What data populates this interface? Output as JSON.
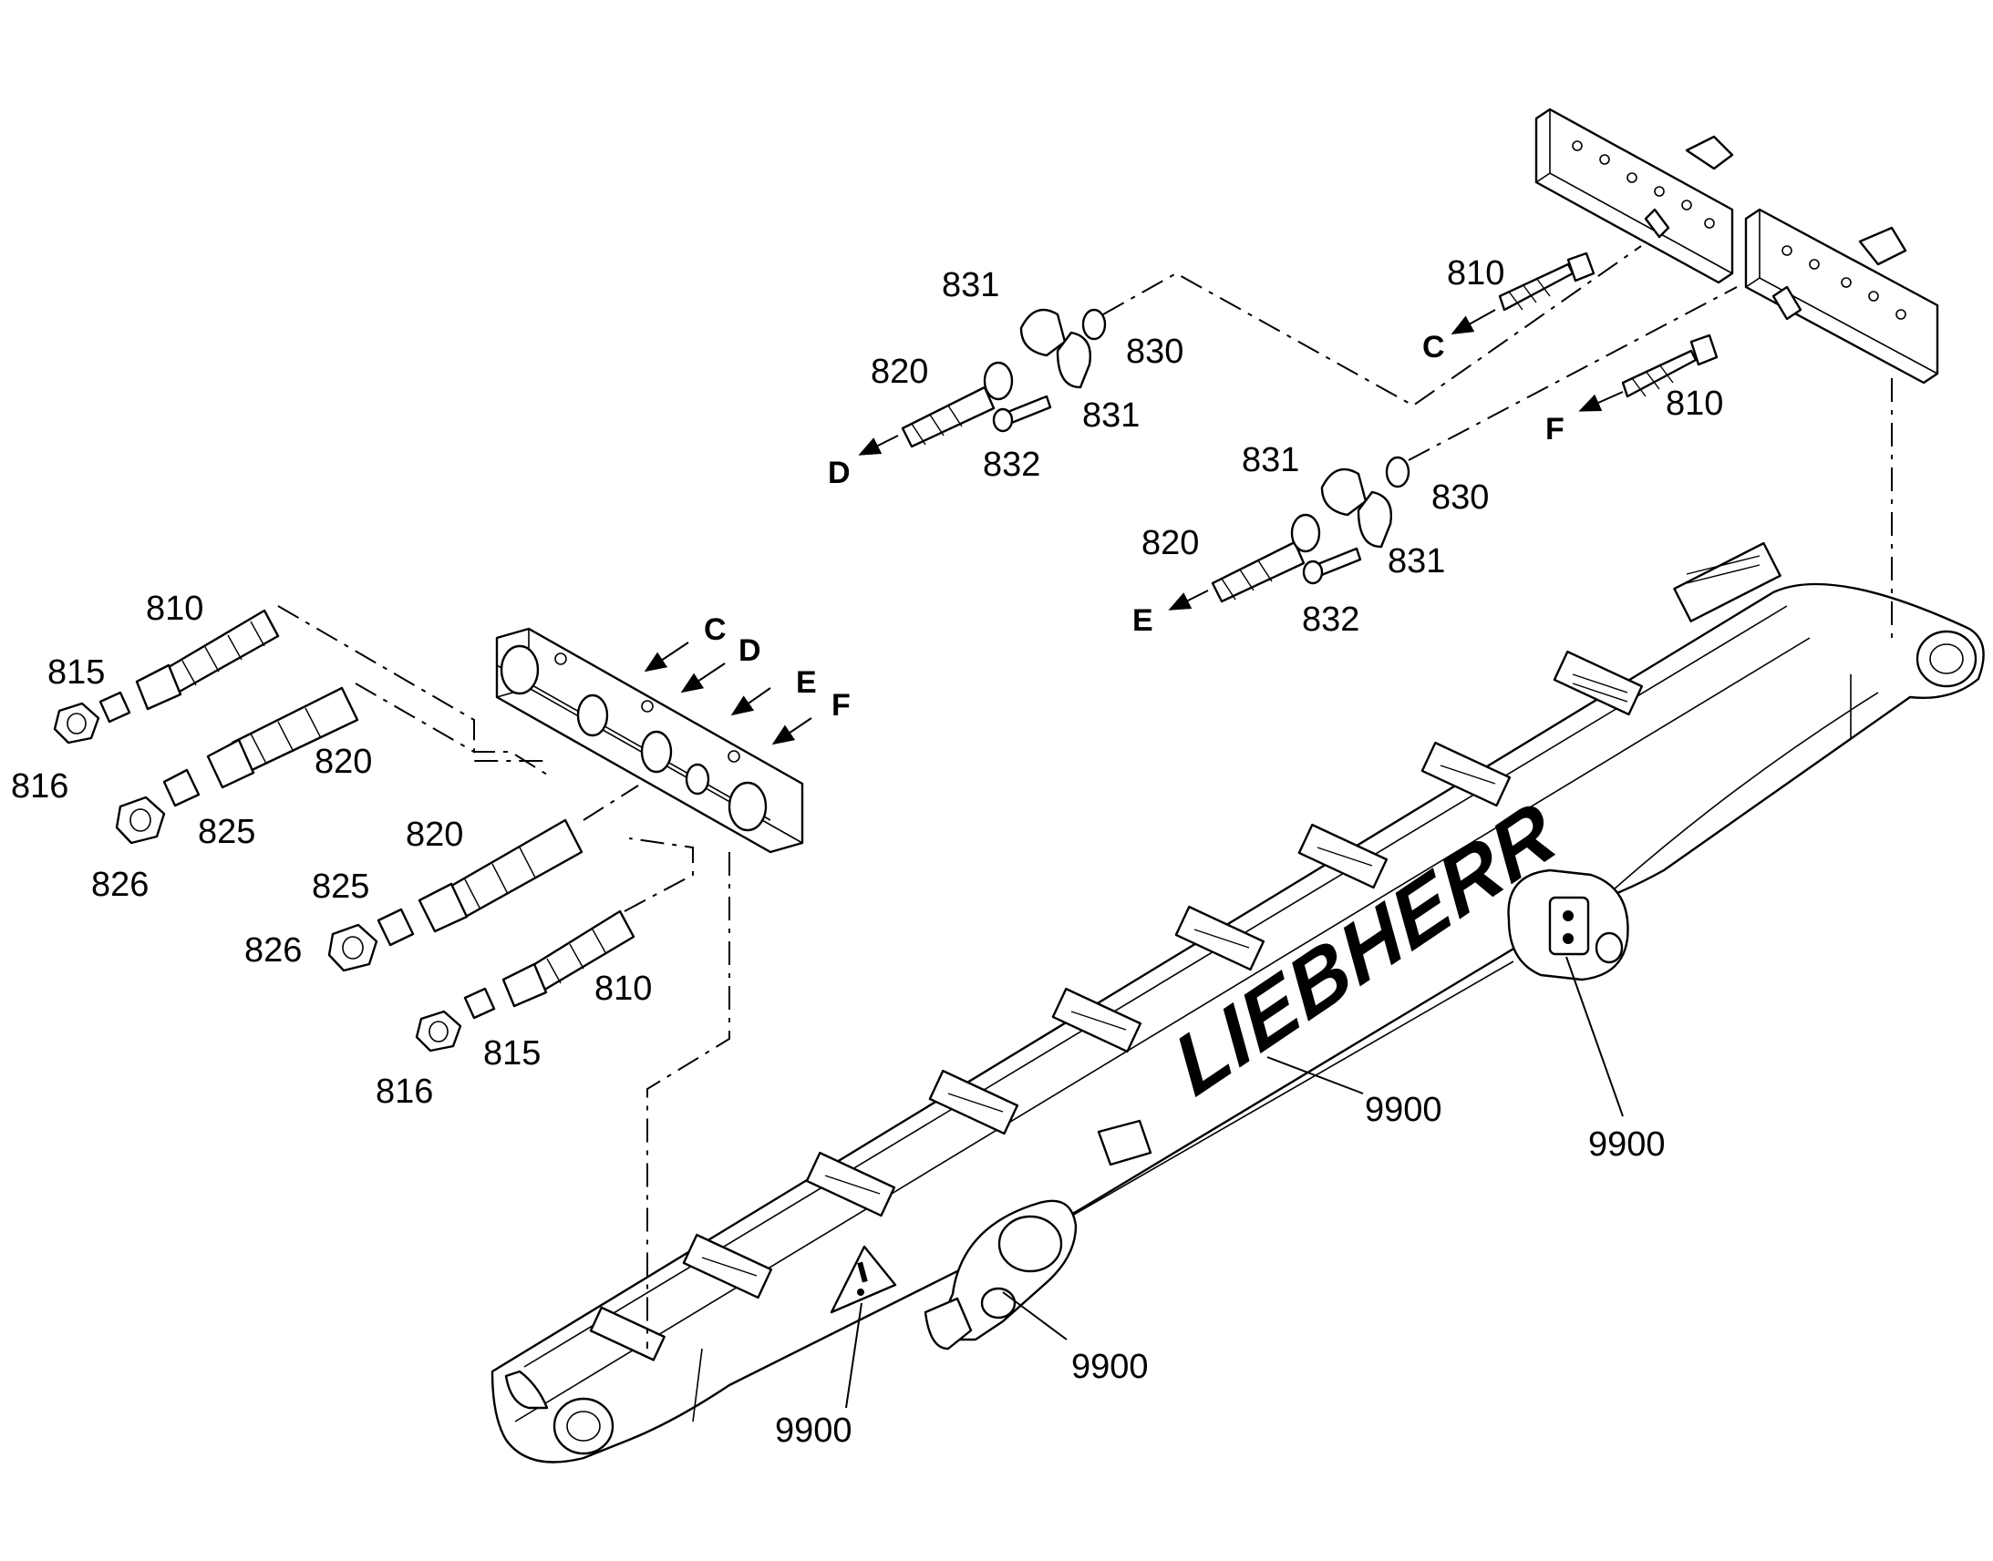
{
  "brand": {
    "logo_text": "LIEBHERR"
  },
  "part_numbers": {
    "p810_top": "810",
    "p810_mid": "810",
    "p810_left_top": "810",
    "p810_left_bottom": "810",
    "p815_top": "815",
    "p815_bottom": "815",
    "p816_top": "816",
    "p816_bottom": "816",
    "p820_d": "820",
    "p820_e": "820",
    "p820_left_top": "820",
    "p820_left_mid": "820",
    "p825_top": "825",
    "p825_bottom": "825",
    "p826_top": "826",
    "p826_bottom": "826",
    "p830_d": "830",
    "p830_e": "830",
    "p831_d_top": "831",
    "p831_d_bottom": "831",
    "p831_e_top": "831",
    "p831_e_bottom": "831",
    "p832_d": "832",
    "p832_e": "832",
    "p9900_logo": "9900",
    "p9900_pivot": "9900",
    "p9900_bracket": "9900",
    "p9900_warning": "9900"
  },
  "connection_letters": {
    "c_top": "C",
    "f_top": "F",
    "d_arrow": "D",
    "e_arrow": "E",
    "c_block": "C",
    "d_block": "D",
    "e_block": "E",
    "f_block": "F"
  },
  "icons": [
    "warning-triangle-icon",
    "hydraulic-fitting-icon",
    "arrow-icon"
  ]
}
